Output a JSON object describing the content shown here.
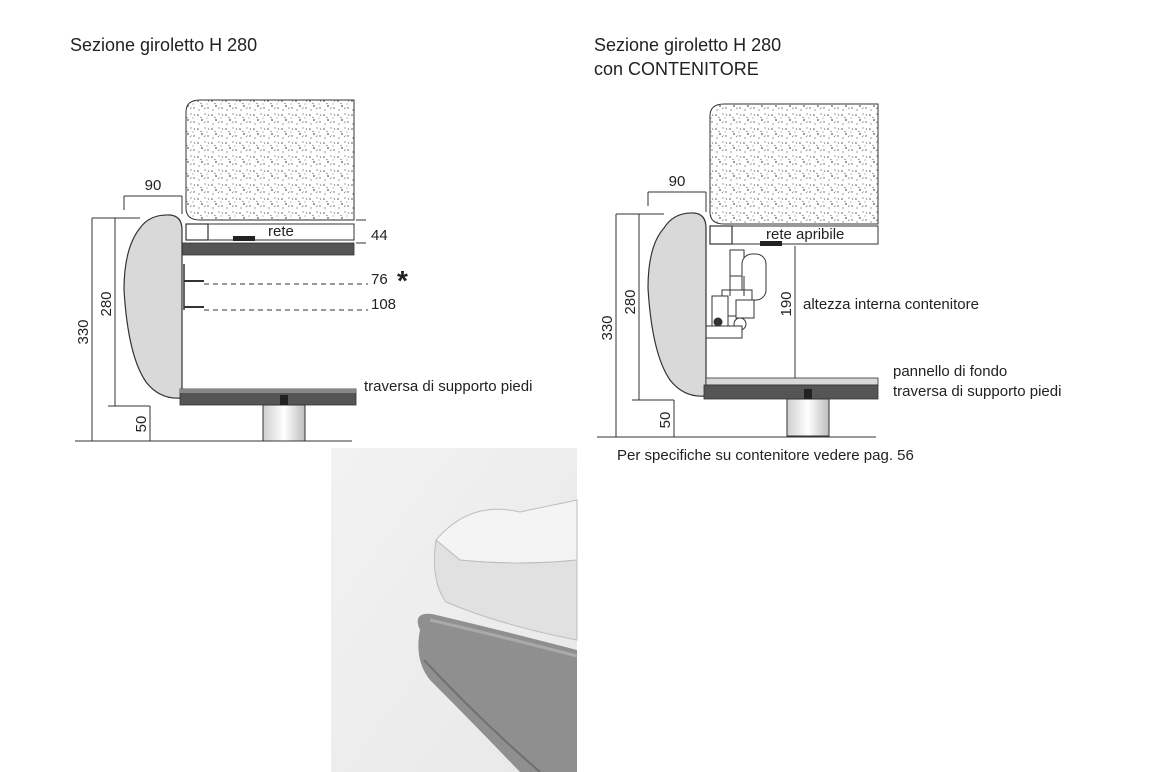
{
  "left_section": {
    "title": "Sezione giroletto H 280",
    "dim_width": "90",
    "dim_total_height": "330",
    "dim_frame_height": "280",
    "dim_leg": "50",
    "label_slats": "rete",
    "level_44": "44",
    "level_76": "76",
    "asterisk": "*",
    "level_108": "108",
    "label_foot_support": "traversa di supporto piedi"
  },
  "right_section": {
    "title_line1": "Sezione giroletto H 280",
    "title_line2": "con CONTENITORE",
    "dim_width": "90",
    "dim_total_height": "330",
    "dim_frame_height": "280",
    "dim_leg": "50",
    "dim_internal": "190",
    "label_slats": "rete apribile",
    "label_internal_height": "altezza interna contenitore",
    "label_bottom_panel": "pannello di fondo",
    "label_foot_support": "traversa di supporto piedi",
    "note": "Per specifiche su contenitore vedere pag. 56"
  },
  "colors": {
    "line": "#333333",
    "frame_fill": "#d9d9d9",
    "rail_fill": "#555555",
    "mattress_speckle": "#555555",
    "photo_upholstery": "#8f8f8f",
    "photo_mattress": "#e6e6e6"
  }
}
